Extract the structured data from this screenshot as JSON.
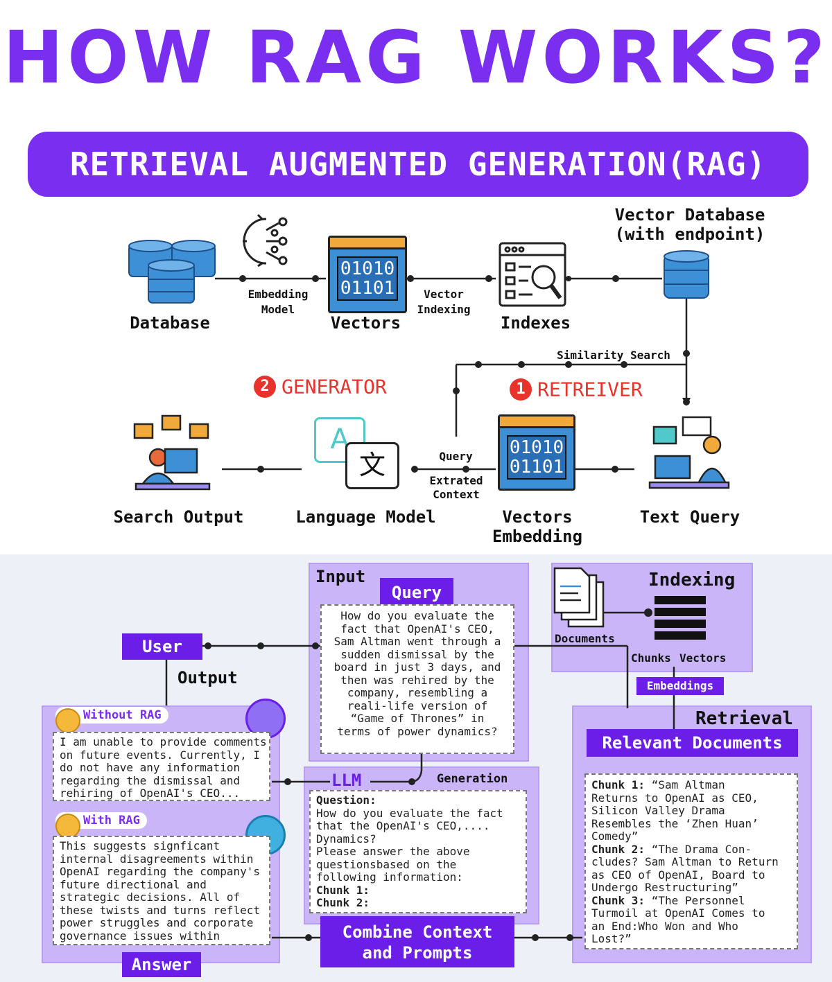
{
  "title": "HOW RAG WORKS?",
  "banner": "RETRIEVAL AUGMENTED GENERATION(RAG)",
  "top": {
    "database": "Database",
    "embedding_model": [
      "Embedding",
      "Model"
    ],
    "vectors": "Vectors",
    "vector_indexing": [
      "Vector",
      "Indexing"
    ],
    "indexes": "Indexes",
    "vector_db": [
      "Vector Database",
      "(with endpoint)"
    ],
    "similarity_search": "Similarity Search",
    "generator_num": "2",
    "generator": "GENERATOR",
    "retriever_num": "1",
    "retriever": "RETREIVER",
    "search_output": "Search Output",
    "language_model": "Language Model",
    "query": "Query",
    "extracted_context": [
      "Extrated",
      "Context"
    ],
    "vectors_embedding": [
      "Vectors",
      "Embedding"
    ],
    "text_query": "Text Query",
    "binary": [
      "01010",
      "01101"
    ],
    "lang_glyphs": [
      "A",
      "文"
    ]
  },
  "bottom": {
    "input": "Input",
    "query_pill": "Query",
    "query_text": [
      "How do you evaluate the",
      "fact that OpenAI's CEO,",
      "Sam Altman went through a",
      "sudden dismissal by the",
      "board in just 3 days, and",
      "then was rehired by the",
      "company, resembling a",
      "reali-life version of",
      "“Game of Thrones” in",
      "terms of power dynamics?"
    ],
    "user": "User",
    "output": "Output",
    "indexing": "Indexing",
    "documents": "Documents",
    "chunks": "Chunks",
    "vectors": "Vectors",
    "embeddings": "Embeddings",
    "retrieval": "Retrieval",
    "relevant_documents": "Relevant Documents",
    "without_rag": "Without RAG",
    "without_text": [
      "I am unable to provide comments",
      "on future events. Currently, I",
      "do not have any information",
      "regarding the dismissal and",
      "rehiring of OpenAI's CEO..."
    ],
    "with_rag": "With RAG",
    "with_text": [
      "This suggests signficant",
      "internal disagreements within",
      "OpenAI regarding the company's",
      "future directional and",
      "strategic decisions. All of",
      "these twists and turns reflect",
      "power struggles and corporate",
      "governance issues within"
    ],
    "llm": "LLM",
    "generation": "Generation",
    "prompt": [
      {
        "text": "Question:",
        "bold": true
      },
      {
        "text": "How do you evaluate the fact",
        "bold": false
      },
      {
        "text": "that the OpenAI's CEO,....",
        "bold": false
      },
      {
        "text": "Dynamics?",
        "bold": false
      },
      {
        "text": "Please answer the above",
        "bold": false
      },
      {
        "text": "questionsbased on the",
        "bold": false
      },
      {
        "text": "following information:",
        "bold": false
      },
      {
        "text": "Chunk 1:",
        "bold": true
      },
      {
        "text": "Chunk 2:",
        "bold": true
      }
    ],
    "chunks_list": [
      {
        "label": "Chunk 1:",
        "text": " “Sam Altman"
      },
      {
        "label": "",
        "text": "Returns to OpenAI as CEO,"
      },
      {
        "label": "",
        "text": "Silicon Valley Drama"
      },
      {
        "label": "",
        "text": "Resembles the ‘Zhen Huan’"
      },
      {
        "label": "",
        "text": "Comedy”"
      },
      {
        "label": "Chunk 2:",
        "text": " “The Drama Con-"
      },
      {
        "label": "",
        "text": "cludes? Sam Altman to Return"
      },
      {
        "label": "",
        "text": "as CEO of OpenAI, Board to"
      },
      {
        "label": "",
        "text": "Undergo Restructuring”"
      },
      {
        "label": "Chunk 3:",
        "text": " “The Personnel"
      },
      {
        "label": "",
        "text": "Turmoil at OpenAI Comes to"
      },
      {
        "label": "",
        "text": "an End:Who Won and Who"
      },
      {
        "label": "",
        "text": "Lost?”"
      }
    ],
    "combine": [
      "Combine Context",
      "and Prompts"
    ],
    "answer": "Answer"
  },
  "colors": {
    "purple": "#7a2ff0",
    "dark_purple": "#6a1ee8",
    "panel": "#c9b5f7",
    "icon_blue": "#3d8fd6",
    "red": "#e8332c"
  }
}
